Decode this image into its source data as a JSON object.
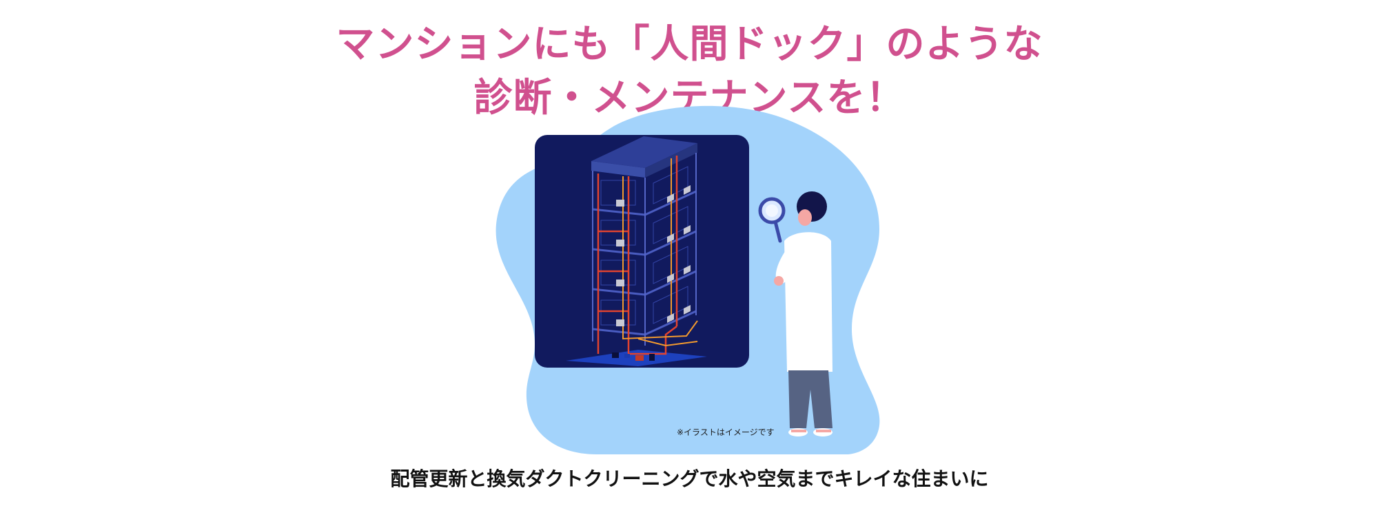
{
  "headline": {
    "line1": "マンションにも「人間ドック」のような",
    "line2": "診断・メンテナンスを！"
  },
  "illustration": {
    "note": "※イラストはイメージです",
    "icons": [
      "building-cutaway-illustration",
      "magnifying-glass-icon",
      "inspector-person-illustration"
    ]
  },
  "caption": "配管更新と換気ダクトクリーニングで水や空気までキレイな住まいに",
  "colors": {
    "headline": "#d0508e",
    "blob": "#a3d3fb",
    "panel": "#111a5e",
    "pipe_red": "#e2432f",
    "pipe_orange": "#f29a2e"
  }
}
